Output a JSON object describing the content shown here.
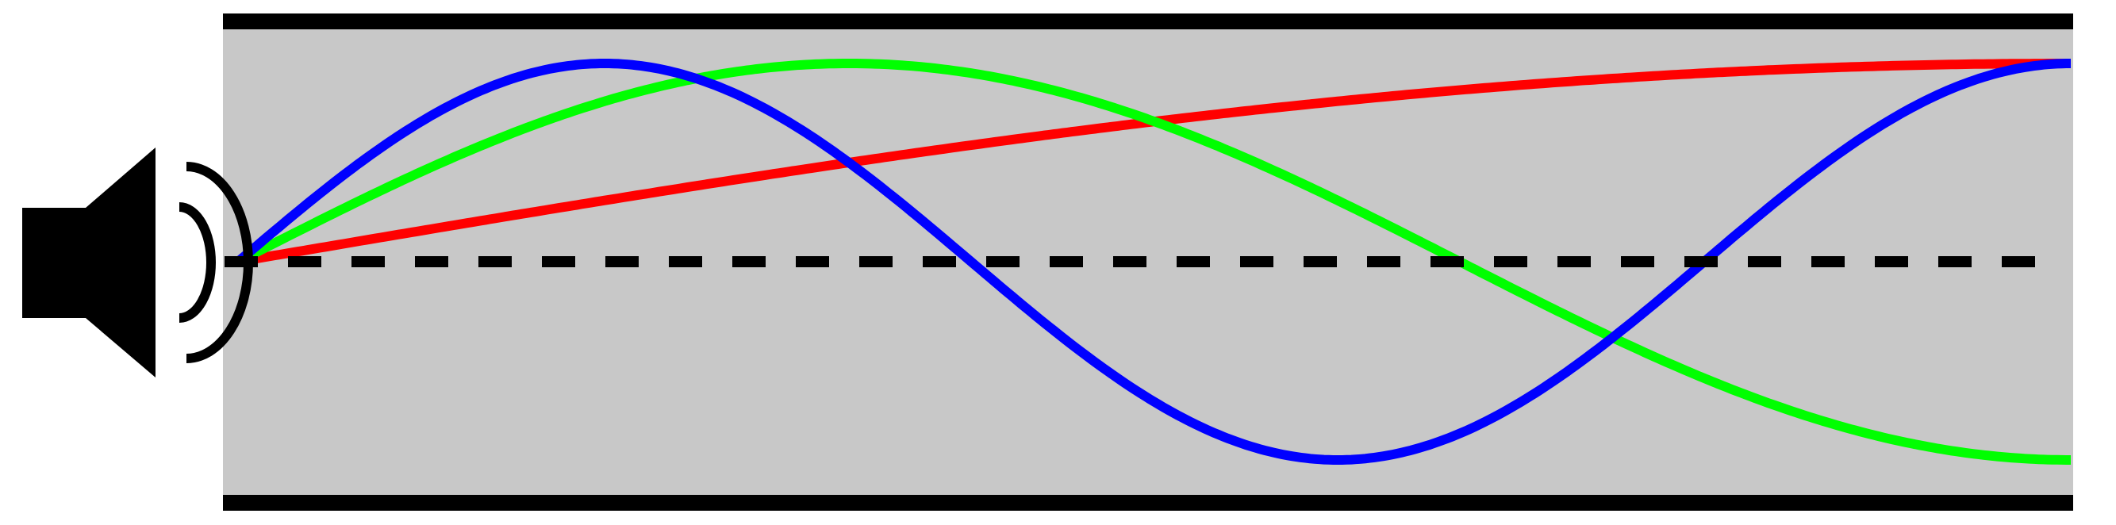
{
  "diagram": {
    "kind": "standing-waves-in-tube",
    "colors": {
      "background": "#ffffff",
      "tube_fill": "#c8c8c8",
      "tube_walls": "#000000",
      "axis": "#000000",
      "speaker": "#000000",
      "wave_fundamental": "#ff0000",
      "wave_second": "#00ff00",
      "wave_third": "#0000ff"
    },
    "icons": [
      "speaker-icon",
      "sound-wave-arcs-icon"
    ],
    "waves": [
      {
        "id": "red",
        "color": "#ff0000",
        "quarter_wavelengths": 1
      },
      {
        "id": "green",
        "color": "#00ff00",
        "quarter_wavelengths": 3
      },
      {
        "id": "blue",
        "color": "#0000ff",
        "quarter_wavelengths": 5
      }
    ],
    "axis_style": "dashed"
  }
}
